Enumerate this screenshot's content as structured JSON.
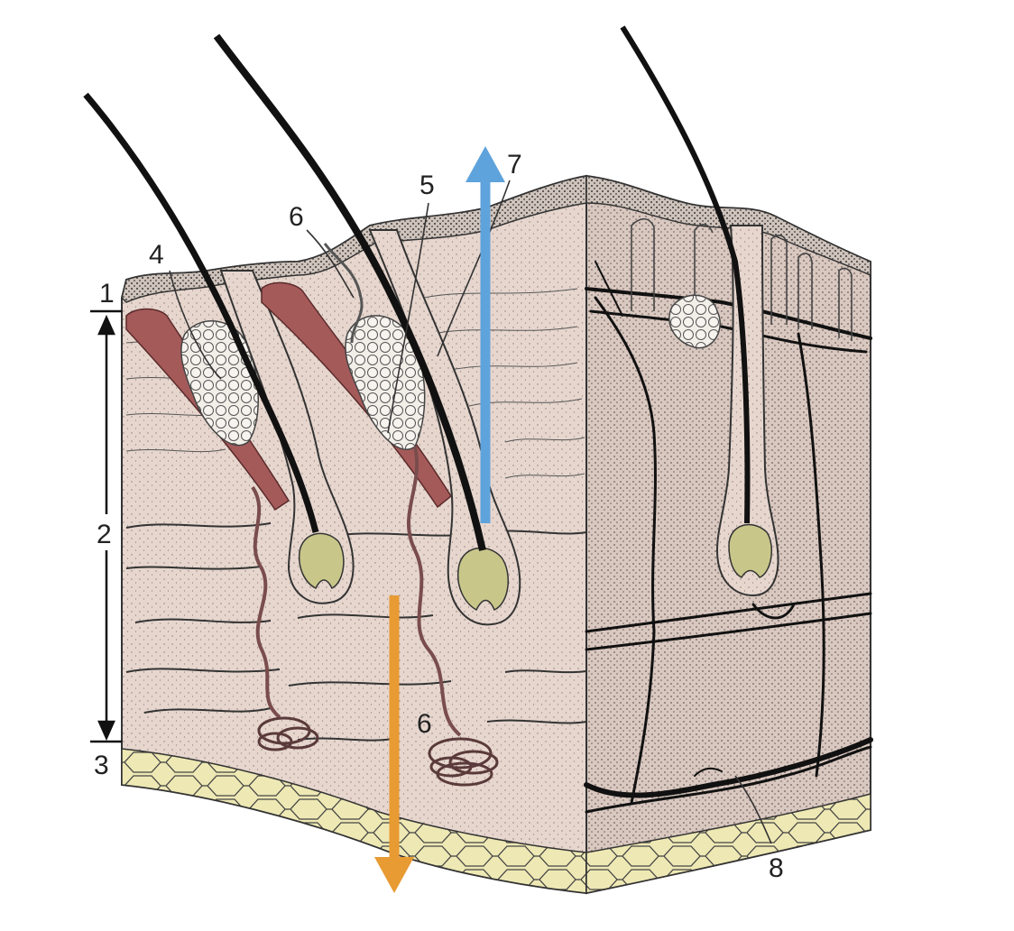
{
  "diagram": {
    "labels": {
      "l1": "1",
      "l2": "2",
      "l3": "3",
      "l4": "4",
      "l5": "5",
      "l6_top": "6",
      "l6_bottom": "6",
      "l7": "7",
      "l8": "8"
    },
    "colors": {
      "arrow_up": "#5fa3dc",
      "arrow_down": "#e89a33",
      "dermis": "#e6d6ce",
      "fat": "#eee8b4",
      "muscle": "#a55a5a",
      "papilla": "#c9c68a",
      "hair": "#111111"
    }
  }
}
